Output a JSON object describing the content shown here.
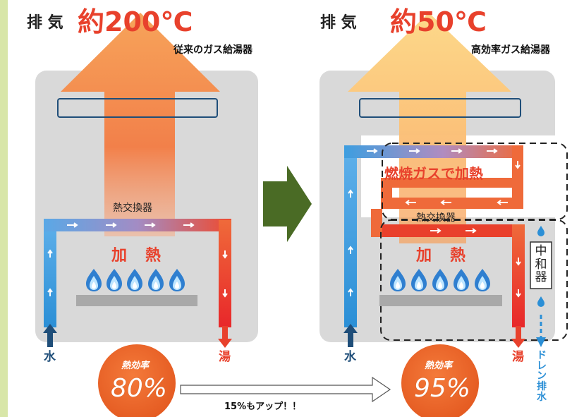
{
  "left": {
    "exhaust_label": "排 気",
    "exhaust_temp": "約200℃",
    "subtitle": "従来のガス給湯器",
    "heat_exchanger": "熱交換器",
    "heating": "加　熱",
    "water": "水",
    "hot_water": "湯",
    "efficiency_label": "熱効率",
    "efficiency_value": "80%"
  },
  "right": {
    "exhaust_label": "排 気",
    "exhaust_temp": "約50℃",
    "subtitle": "高効率ガス給湯器",
    "combustion": "燃焼ガスで加熱",
    "heat_exchanger": "熱交換器",
    "heating": "加　熱",
    "neutralizer": "中和器",
    "water": "水",
    "hot_water": "湯",
    "drain": "ドレン排水",
    "efficiency_label": "熱効率",
    "efficiency_value": "95%"
  },
  "comparison": "15%もアップ！！",
  "colors": {
    "hot": "#e8412c",
    "cold": "#2b8fd6",
    "exhaust": "#f07a3a",
    "accent_green": "#4a6b25"
  }
}
